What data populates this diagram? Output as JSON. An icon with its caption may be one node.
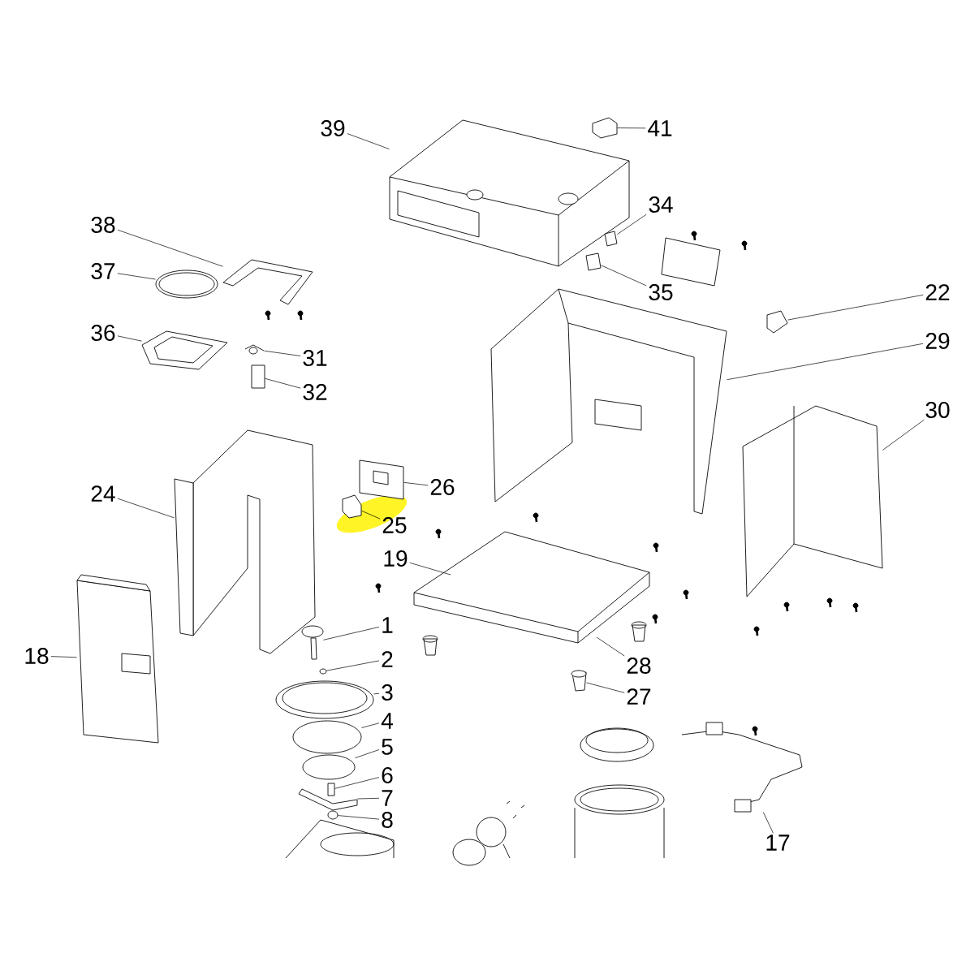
{
  "diagram": {
    "nodes": [
      {
        "text": [
          "39"
        ]
      },
      {
        "text": [
          "41"
        ]
      },
      {
        "text": [
          "34"
        ]
      },
      {
        "text": [
          "38"
        ]
      },
      {
        "text": [
          "22"
        ]
      },
      {
        "text": [
          "37"
        ]
      },
      {
        "text": [
          "35"
        ]
      },
      {
        "text": [
          "36"
        ]
      },
      {
        "text": [
          "29"
        ]
      },
      {
        "text": [
          "31"
        ]
      },
      {
        "text": [
          "32"
        ]
      },
      {
        "text": [
          "30"
        ]
      },
      {
        "text": [
          "26"
        ]
      },
      {
        "text": [
          "24"
        ]
      },
      {
        "text": [
          "25"
        ]
      },
      {
        "text": [
          "19"
        ]
      },
      {
        "text": [
          "1"
        ]
      },
      {
        "text": [
          "28"
        ]
      },
      {
        "text": [
          "18"
        ]
      },
      {
        "text": [
          "2"
        ]
      },
      {
        "text": [
          "3"
        ]
      },
      {
        "text": [
          "27"
        ]
      },
      {
        "text": [
          "4"
        ]
      },
      {
        "text": [
          "5"
        ]
      },
      {
        "text": [
          "6"
        ]
      },
      {
        "text": [
          "7"
        ]
      },
      {
        "text": [
          "8"
        ]
      },
      {
        "text": [
          "17"
        ]
      },
      {
        "text": [],
        "shape": "picture"
      },
      {
        "text": [],
        "shape": "picture"
      },
      {
        "text": [],
        "shape": "picture"
      },
      {
        "text": [],
        "shape": "picture"
      },
      {
        "text": [],
        "shape": "picture"
      },
      {
        "text": [],
        "shape": "picture"
      },
      {
        "text": [],
        "shape": "picture"
      },
      {
        "text": [],
        "shape": "picture"
      },
      {
        "text": [],
        "shape": "picture"
      },
      {
        "text": [],
        "shape": "picture"
      },
      {
        "text": [],
        "shape": "box"
      },
      {
        "text": [],
        "shape": "picture"
      },
      {
        "text": [],
        "shape": "picture"
      },
      {
        "text": [],
        "shape": "picture"
      },
      {
        "text": [],
        "shape": "picture"
      },
      {
        "text": [],
        "shape": "picture"
      },
      {
        "text": [],
        "shape": "picture"
      },
      {
        "text": [],
        "shape": "picture"
      },
      {
        "text": [],
        "shape": "circle"
      },
      {
        "text": [],
        "shape": "picture"
      },
      {
        "text": [],
        "shape": "cylinder"
      },
      {
        "text": [],
        "shape": "circle"
      },
      {
        "text": [],
        "shape": "circle"
      },
      {
        "text": [],
        "shape": "box"
      },
      {
        "text": [],
        "shape": "picture"
      },
      {
        "text": [],
        "shape": "circle"
      },
      {
        "text": [],
        "shape": "picture"
      }
    ],
    "edges": [
      {
        "from": 0,
        "to": 28,
        "arrow": "none"
      },
      {
        "from": 1,
        "to": 29,
        "arrow": "none"
      },
      {
        "from": 2,
        "to": 30,
        "arrow": "none"
      },
      {
        "from": 3,
        "to": 31,
        "arrow": "none"
      },
      {
        "from": 4,
        "to": 32,
        "arrow": "none"
      },
      {
        "from": 5,
        "to": 33,
        "arrow": "none"
      },
      {
        "from": 6,
        "to": 34,
        "arrow": "none"
      },
      {
        "from": 7,
        "to": 35,
        "arrow": "none"
      },
      {
        "from": 8,
        "to": 36,
        "arrow": "none"
      },
      {
        "from": 9,
        "to": 37,
        "arrow": "none"
      },
      {
        "from": 10,
        "to": 38,
        "arrow": "none"
      },
      {
        "from": 11,
        "to": 39,
        "arrow": "none"
      },
      {
        "from": 12,
        "to": 40,
        "arrow": "none"
      },
      {
        "from": 13,
        "to": 41,
        "arrow": "none"
      },
      {
        "from": 14,
        "to": 42,
        "arrow": "none"
      },
      {
        "from": 15,
        "to": 43,
        "arrow": "none"
      },
      {
        "from": 16,
        "to": 44,
        "arrow": "none"
      },
      {
        "from": 17,
        "to": 43,
        "arrow": "none"
      },
      {
        "from": 18,
        "to": 45,
        "arrow": "none"
      },
      {
        "from": 19,
        "to": 46,
        "arrow": "none"
      },
      {
        "from": 20,
        "to": 47,
        "arrow": "none"
      },
      {
        "from": 21,
        "to": 48,
        "arrow": "none"
      },
      {
        "from": 22,
        "to": 49,
        "arrow": "none"
      },
      {
        "from": 23,
        "to": 50,
        "arrow": "none"
      },
      {
        "from": 24,
        "to": 51,
        "arrow": "none"
      },
      {
        "from": 25,
        "to": 52,
        "arrow": "none"
      },
      {
        "from": 26,
        "to": 53,
        "arrow": "none"
      },
      {
        "from": 27,
        "to": 54,
        "arrow": "none"
      }
    ]
  }
}
